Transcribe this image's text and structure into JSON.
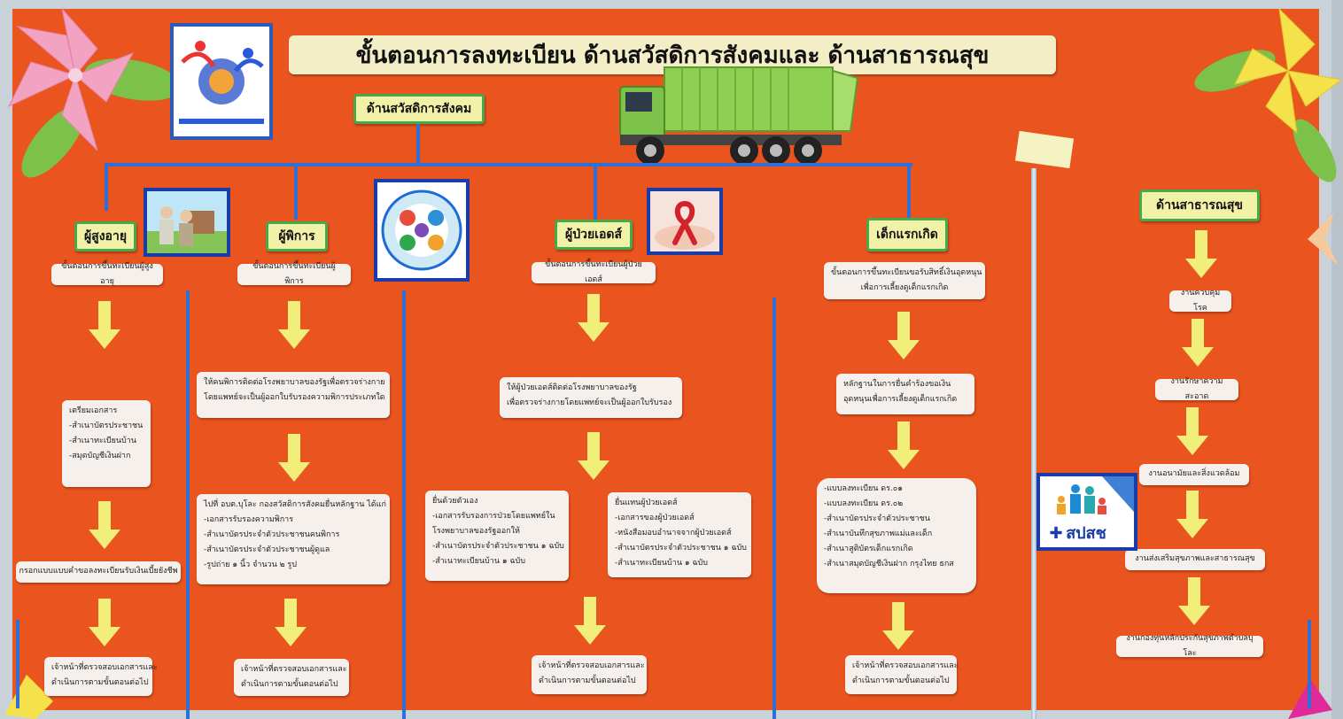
{
  "board": {
    "title": "ขั้นตอนการลงทะเบียน ด้านสวัสดิการสังคมและ ด้านสาธารณสุข",
    "colors": {
      "board": "#e9541f",
      "header_fill": "#f2f1a8",
      "header_border": "#49a84a",
      "connector": "#2f6fd6",
      "arrow": "#f2ee7a"
    }
  },
  "welfare": {
    "header": "ด้านสวัสดิการสังคม",
    "columns": {
      "elderly": {
        "header": "ผู้สูงอายุ",
        "intro": "ขั้นตอนการขึ้นทะเบียนผู้สูงอายุ",
        "docs": [
          "เตรียมเอกสาร",
          "-สำเนาบัตรประชาชน",
          "-สำเนาทะเบียนบ้าน",
          "-สมุดบัญชีเงินฝาก"
        ],
        "form": "กรอกแบบแบบคำขอลงทะเบียนรับเงินเบี้ยยังชีพ",
        "final": [
          "เจ้าหน้าที่ตรวจสอบเอกสารและ",
          "ดำเนินการตามขั้นตอนต่อไป"
        ]
      },
      "disabled": {
        "header": "ผู้พิการ",
        "intro": "ขั้นตอนการขึ้นทะเบียนผู้พิการ",
        "step1": [
          "ให้คนพิการติดต่อโรงพยาบาลของรัฐเพื่อตรวจร่างกาย",
          "โดยแพทย์จะเป็นผู้ออกใบรับรองความพิการประเภทใด"
        ],
        "step2": [
          "ไปที่ อบต.บุโละ กองสวัสดิการสังคมยื่นหลักฐาน ได้แก่",
          "-เอกสารรับรองความพิการ",
          "-สำเนาบัตรประจำตัวประชาชนคนพิการ",
          "-สำเนาบัตรประจำตัวประชาชนผู้ดูแล",
          "-รูปถ่าย ๑ นิ้ว จำนวน ๒ รูป"
        ],
        "final": [
          "เจ้าหน้าที่ตรวจสอบเอกสารและ",
          "ดำเนินการตามขั้นตอนต่อไป"
        ]
      },
      "hiv": {
        "header": "ผู้ป่วยเอดส์",
        "intro": "ขั้นตอนการขึ้นทะเบียนผู้ป่วยเอดส์",
        "step1": [
          "ให้ผู้ป่วยเอดส์ติดต่อโรงพยาบาลของรัฐ",
          "เพื่อตรวจร่างกายโดยแพทย์จะเป็นผู้ออกใบรับรอง"
        ],
        "self": [
          "ยื่นด้วยตัวเอง",
          "-เอกสารรับรองการป่วยโดยแพทย์ใน",
          "โรงพยาบาลของรัฐออกให้",
          "-สำเนาบัตรประจำตัวประชาชน ๑ ฉบับ",
          "-สำเนาทะเบียนบ้าน ๑ ฉบับ"
        ],
        "proxy": [
          "ยื่นแทนผู้ป่วยเอดส์",
          "-เอกสารของผู้ป่วยเอดส์",
          "-หนังสือมอบอำนาจจากผู้ป่วยเอดส์",
          "-สำเนาบัตรประจำตัวประชาชน ๑ ฉบับ",
          "-สำเนาทะเบียนบ้าน ๑ ฉบับ"
        ],
        "final": [
          "เจ้าหน้าที่ตรวจสอบเอกสารและ",
          "ดำเนินการตามขั้นตอนต่อไป"
        ]
      },
      "newborn": {
        "header": "เด็กแรกเกิด",
        "intro": [
          "ขั้นตอนการขึ้นทะเบียนขอรับสิทธิ์เงินอุดหนุน",
          "เพื่อการเลี้ยงดูเด็กแรกเกิด"
        ],
        "step1": [
          "หลักฐานในการยื่นคำร้องขอเงิน",
          "อุดหนุนเพื่อการเลี้ยงดูเด็กแรกเกิด"
        ],
        "docs": [
          "-แบบลงทะเบียน ดร.๐๑",
          "-แบบลงทะเบียน ดร.๐๒",
          "-สำเนาบัตรประจำตัวประชาชน",
          "-สำเนาบันทึกสุขภาพแม่และเด็ก",
          "-สำเนาสูติบัตรเด็กแรกเกิด",
          "-สำเนาสมุดบัญชีเงินฝาก กรุงไทย ธกส"
        ],
        "final": [
          "เจ้าหน้าที่ตรวจสอบเอกสารและ",
          "ดำเนินการตามขั้นตอนต่อไป"
        ]
      }
    }
  },
  "health": {
    "header": "ด้านสาธารณสุข",
    "steps": [
      "งานควบคุมโรค",
      "งานรักษาความสะอาด",
      "งานอนามัยและสิ่งแวดล้อม",
      "งานส่งเสริมสุขภาพและสาธารณสุข",
      "งานกองทุนหลักประกันสุขภาพตำบลบุโละ"
    ],
    "logo_text": "สปสช"
  },
  "icons": [
    "garbage-truck-icon",
    "welfare-logo-icon",
    "disability-ring-icon",
    "red-ribbon-icon",
    "elderly-photo-icon",
    "nhso-logo-icon",
    "paper-flower-icon",
    "arrow-down-icon"
  ]
}
